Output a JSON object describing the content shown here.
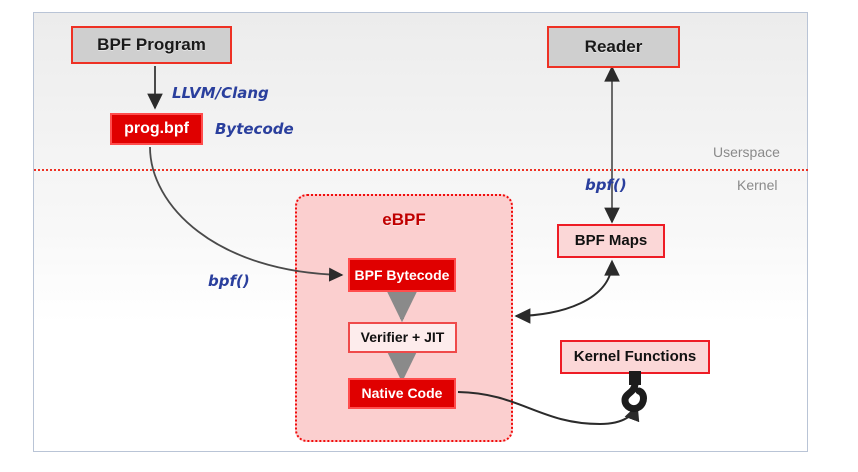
{
  "diagram": {
    "title_region": "eBPF architecture overview",
    "container": {
      "label": "eBPF"
    },
    "nodes": {
      "bpf_program": "BPF Program",
      "prog_bpf": "prog.bpf",
      "reader": "Reader",
      "bpf_maps": "BPF Maps",
      "bpf_bytecode": "BPF Bytecode",
      "verifier_jit": "Verifier + JIT",
      "native_code": "Native Code",
      "kernel_functions": "Kernel Functions"
    },
    "edge_labels": {
      "llvm_clang": "LLVM/Clang",
      "bytecode": "Bytecode",
      "bpf_syscall_left": "bpf()",
      "bpf_syscall_right": "bpf()"
    },
    "zone_labels": {
      "userspace": "Userspace",
      "kernel": "Kernel"
    },
    "icons": {
      "hook": "hook-icon"
    },
    "colors": {
      "accent_red": "#ee3124",
      "solid_red": "#e00000",
      "container_pink": "#fbcfcf",
      "node_pink": "#fbd7d7",
      "node_gray": "#cfcfcf",
      "label_blue": "#2a3f9d",
      "zone_gray": "#8a8a8a",
      "arrow_gray": "#808080",
      "arrow_dark": "#333333"
    }
  }
}
